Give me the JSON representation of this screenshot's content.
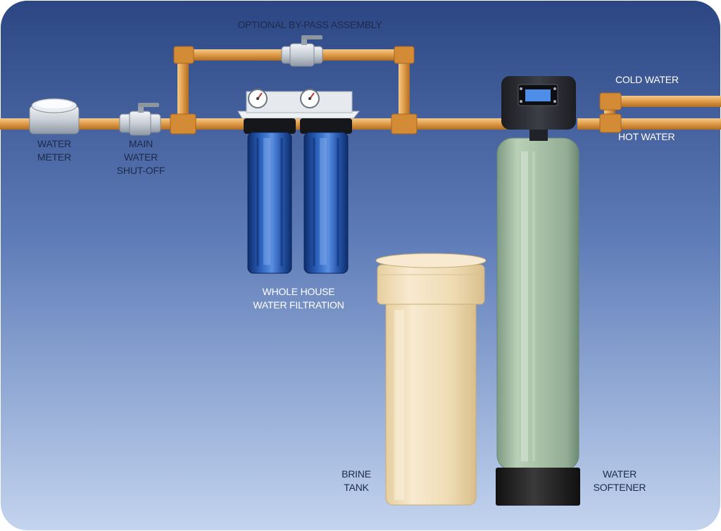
{
  "labels": {
    "bypass": "OPTIONAL BY-PASS ASSEMBLY",
    "water_meter": [
      "WATER",
      "METER"
    ],
    "main_shutoff": [
      "MAIN",
      "WATER",
      "SHUT-OFF"
    ],
    "filtration": [
      "WHOLE HOUSE",
      "WATER FILTRATION"
    ],
    "cold_water": "COLD WATER",
    "hot_water": "HOT WATER",
    "brine_tank": [
      "BRINE",
      "TANK"
    ],
    "water_softener": [
      "WATER",
      "SOFTENER"
    ]
  },
  "colors": {
    "background_top": "#2b4683",
    "background_bottom": "#c3d4ee",
    "copper_pipe": "#e2a04d",
    "valve_silver": "#c9cfd6",
    "filter_blue": "#1f4fa3",
    "softener_tank": "#a9c2a8",
    "brine_tank": "#efdcb4",
    "control_head": "#2a2d33"
  }
}
